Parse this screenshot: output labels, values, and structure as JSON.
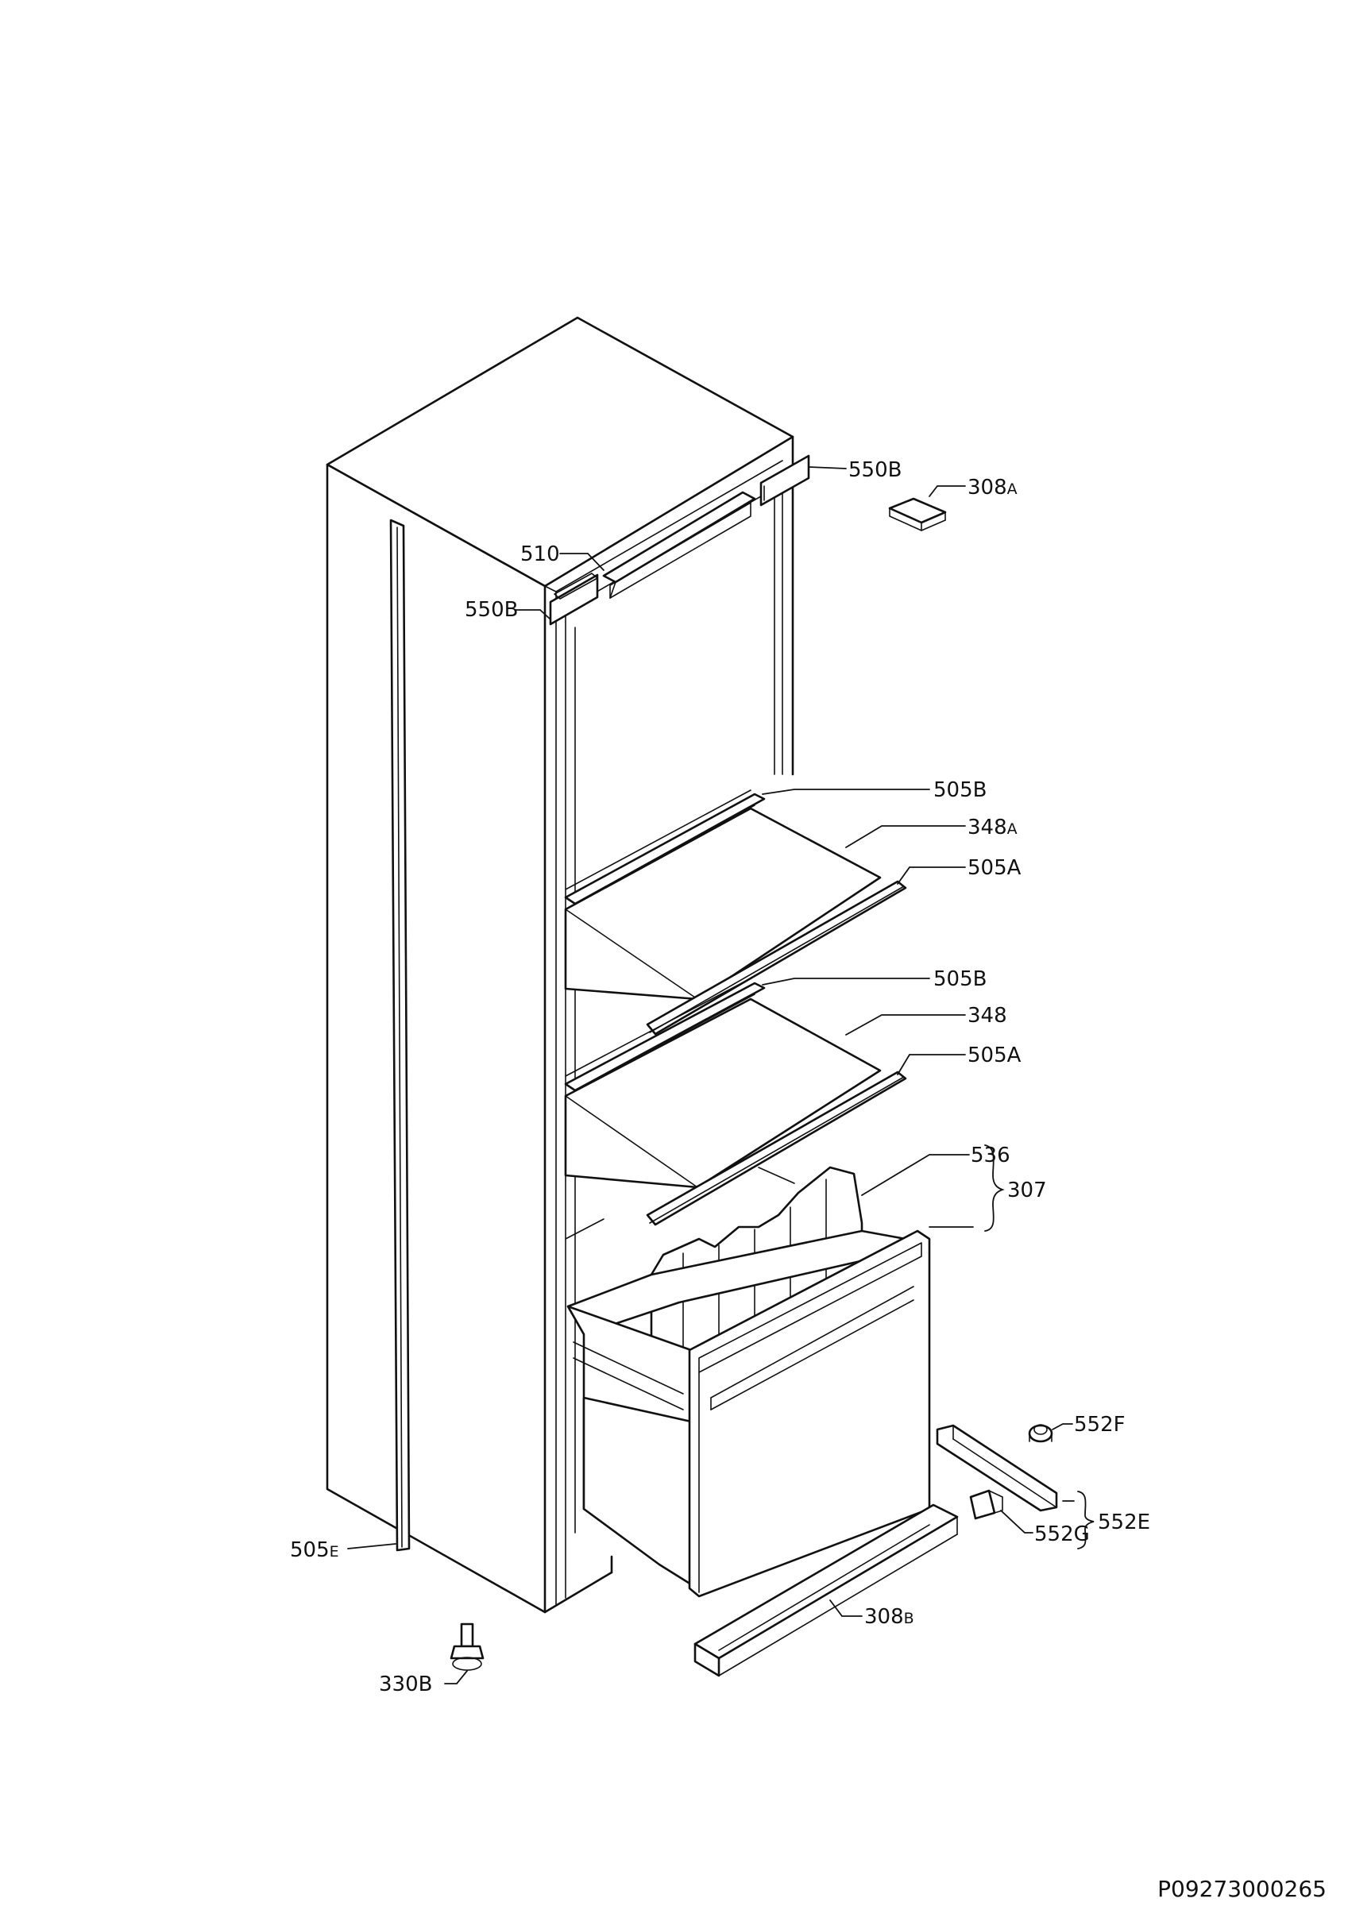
{
  "diagram": {
    "document_code": "P09273000265",
    "labels": {
      "l_550b_top": "550B",
      "l_308a": {
        "num": "308",
        "suffix": "A"
      },
      "l_510": "510",
      "l_550b_left": "550B",
      "l_505b_1": "505B",
      "l_348a": {
        "num": "348",
        "suffix": "A"
      },
      "l_505a_1": "505A",
      "l_505b_2": "505B",
      "l_348": "348",
      "l_505a_2": "505A",
      "l_536": "536",
      "l_307": "307",
      "l_552f": "552F",
      "l_552e": "552E",
      "l_552g": "552G",
      "l_505e": {
        "num": "505",
        "suffix": "E"
      },
      "l_308b": {
        "num": "308",
        "suffix": "B"
      },
      "l_330b": "330B"
    }
  }
}
